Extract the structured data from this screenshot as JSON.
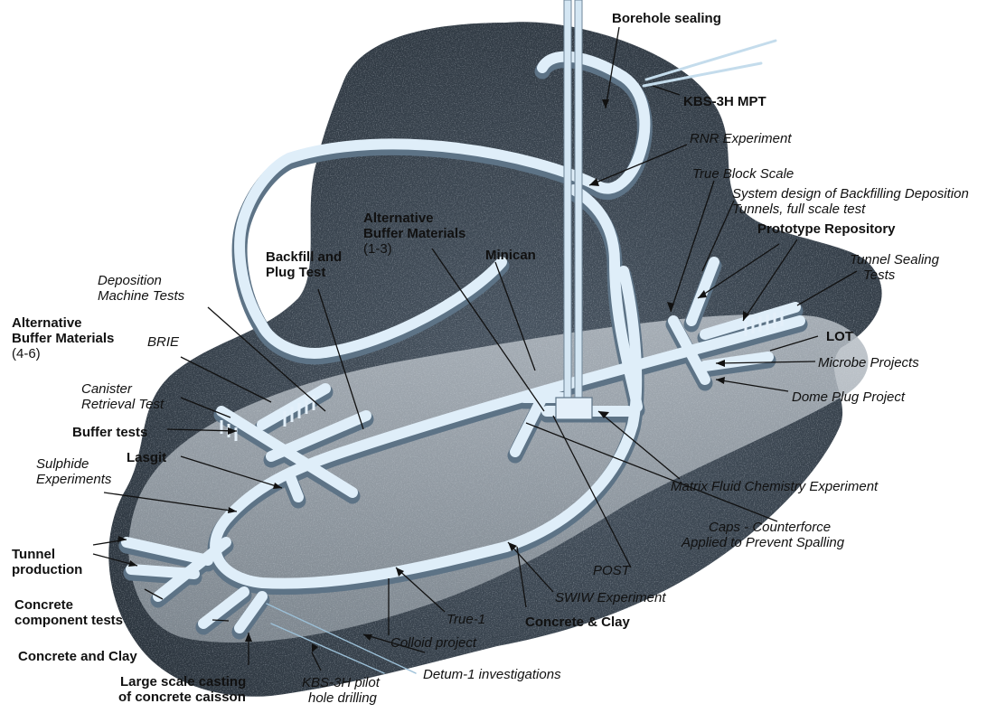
{
  "labels": {
    "borehole_sealing": "Borehole sealing",
    "kbs3h_mpt": "KBS-3H MPT",
    "rnr_experiment": "RNR Experiment",
    "true_block_scale": "True Block Scale",
    "system_design_1": "System design of Backfilling Deposition",
    "system_design_2": "Tunnels, full scale test",
    "prototype_repository": "Prototype Repository",
    "tunnel_sealing_1": "Tunnel Sealing",
    "tunnel_sealing_2": "Tests",
    "lot": "LOT",
    "microbe_projects": "Microbe Projects",
    "dome_plug_project": "Dome Plug Project",
    "matrix_fluid": "Matrix Fluid Chemistry Experiment",
    "caps_1": "Caps - Counterforce",
    "caps_2": "Applied to Prevent Spalling",
    "post": "POST",
    "swiw": "SWIW Experiment",
    "concrete_clay_right": "Concrete & Clay",
    "true_1": "True-1",
    "colloid_project": "Colloid project",
    "detum_1": "Detum-1 investigations",
    "kbs3h_pilot_1": "KBS-3H pilot",
    "kbs3h_pilot_2": "hole drilling",
    "large_scale_1": "Large scale casting",
    "large_scale_2": "of concrete caisson",
    "concrete_clay_left": "Concrete and Clay",
    "concrete_component_1": "Concrete",
    "concrete_component_2": "component tests",
    "tunnel_production_1": "Tunnel",
    "tunnel_production_2": "production",
    "sulphide_1": "Sulphide",
    "sulphide_2": "Experiments",
    "lasgit": "Lasgit",
    "buffer_tests": "Buffer tests",
    "canister_1": "Canister",
    "canister_2": "Retrieval Test",
    "brie": "BRIE",
    "alt_buffer_46_1": "Alternative",
    "alt_buffer_46_2": "Buffer Materials",
    "alt_buffer_46_3": "(4-6)",
    "deposition_1": "Deposition",
    "deposition_2": "Machine Tests",
    "backfill_1": "Backfill and",
    "backfill_2": "Plug Test",
    "alt_buffer_13_1": "Alternative",
    "alt_buffer_13_2": "Buffer Materials",
    "alt_buffer_13_3": "(1-3)",
    "minican": "Minican"
  },
  "colors": {
    "rock": "#3a4550",
    "rock_speckle": "#7d8a96",
    "floor": "#a3aab1",
    "tunnel_top": "#e4f0fa",
    "tunnel_side": "#a4bccf",
    "tunnel_edge": "#5d7386",
    "shaft": "#cfe2f1",
    "leader": "#111111"
  }
}
